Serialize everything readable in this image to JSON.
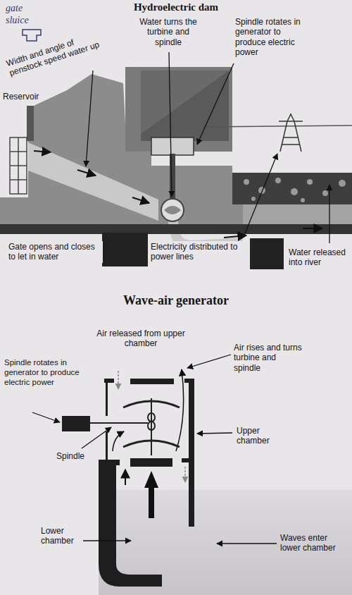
{
  "diagram": {
    "labels": [
      "Hydroelectric dam",
      "gate sluice",
      "Width and angle of penstock speed water up",
      "Reservoir",
      "Water turns the turbine and spindle",
      "Spindle rotates in generator to produce electric power",
      "Gate opens and closes to let in water",
      "Electricity distributed to power lines",
      "Water released into river",
      "Wave-air generator",
      "Air released from upper chamber",
      "Air rises and turns turbine and spindle",
      "Spindle rotates in generator to produce electric power",
      "Upper chamber",
      "Spindle",
      "Lower chamber",
      "Waves enter lower chamber"
    ]
  }
}
